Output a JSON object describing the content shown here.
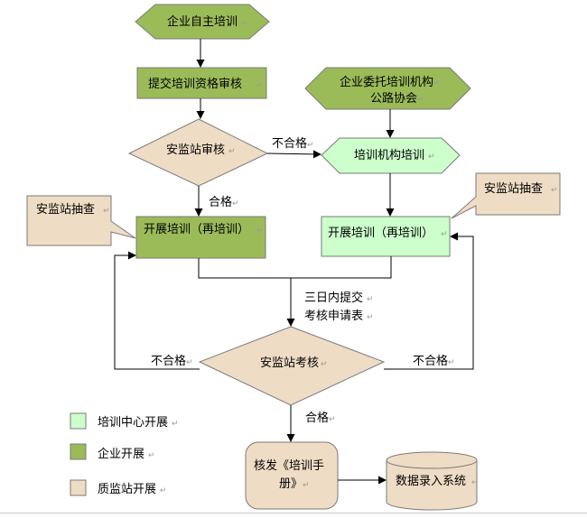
{
  "nodes": {
    "self_training": "企业自主培训",
    "submit_review": "提交培训资格审核",
    "delegate_line1": "企业委托培训机构",
    "delegate_line2": "公路协会",
    "station_review": "安监站审核",
    "institution_training": "培训机构培训",
    "station_check_left": "安监站抽查",
    "station_check_right": "安监站抽查",
    "training_left": "开展培训（再培训）",
    "training_right": "开展培训（再培训）",
    "submit_note_line1": "三日内提交",
    "submit_note_line2": "考核申请表",
    "station_exam": "安监站考核",
    "issue_line1": "核发《培训手",
    "issue_line2": "册》",
    "data_entry": "数据录入系统"
  },
  "edge_labels": {
    "review_fail": "不合格",
    "review_pass": "合格",
    "exam_fail_left": "不合格",
    "exam_fail_right": "不合格",
    "exam_pass": "合格"
  },
  "legend": [
    {
      "label": "培训中心开展",
      "color": "#ccffcc"
    },
    {
      "label": "企业开展",
      "color": "#9bbb59"
    },
    {
      "label": "质监站开展",
      "color": "#efdcc4"
    }
  ],
  "colors": {
    "enterprise": "#9bbb59",
    "training_center": "#ccffcc",
    "station": "#efdcc4",
    "line": "#000000"
  },
  "para_mark": "↵"
}
